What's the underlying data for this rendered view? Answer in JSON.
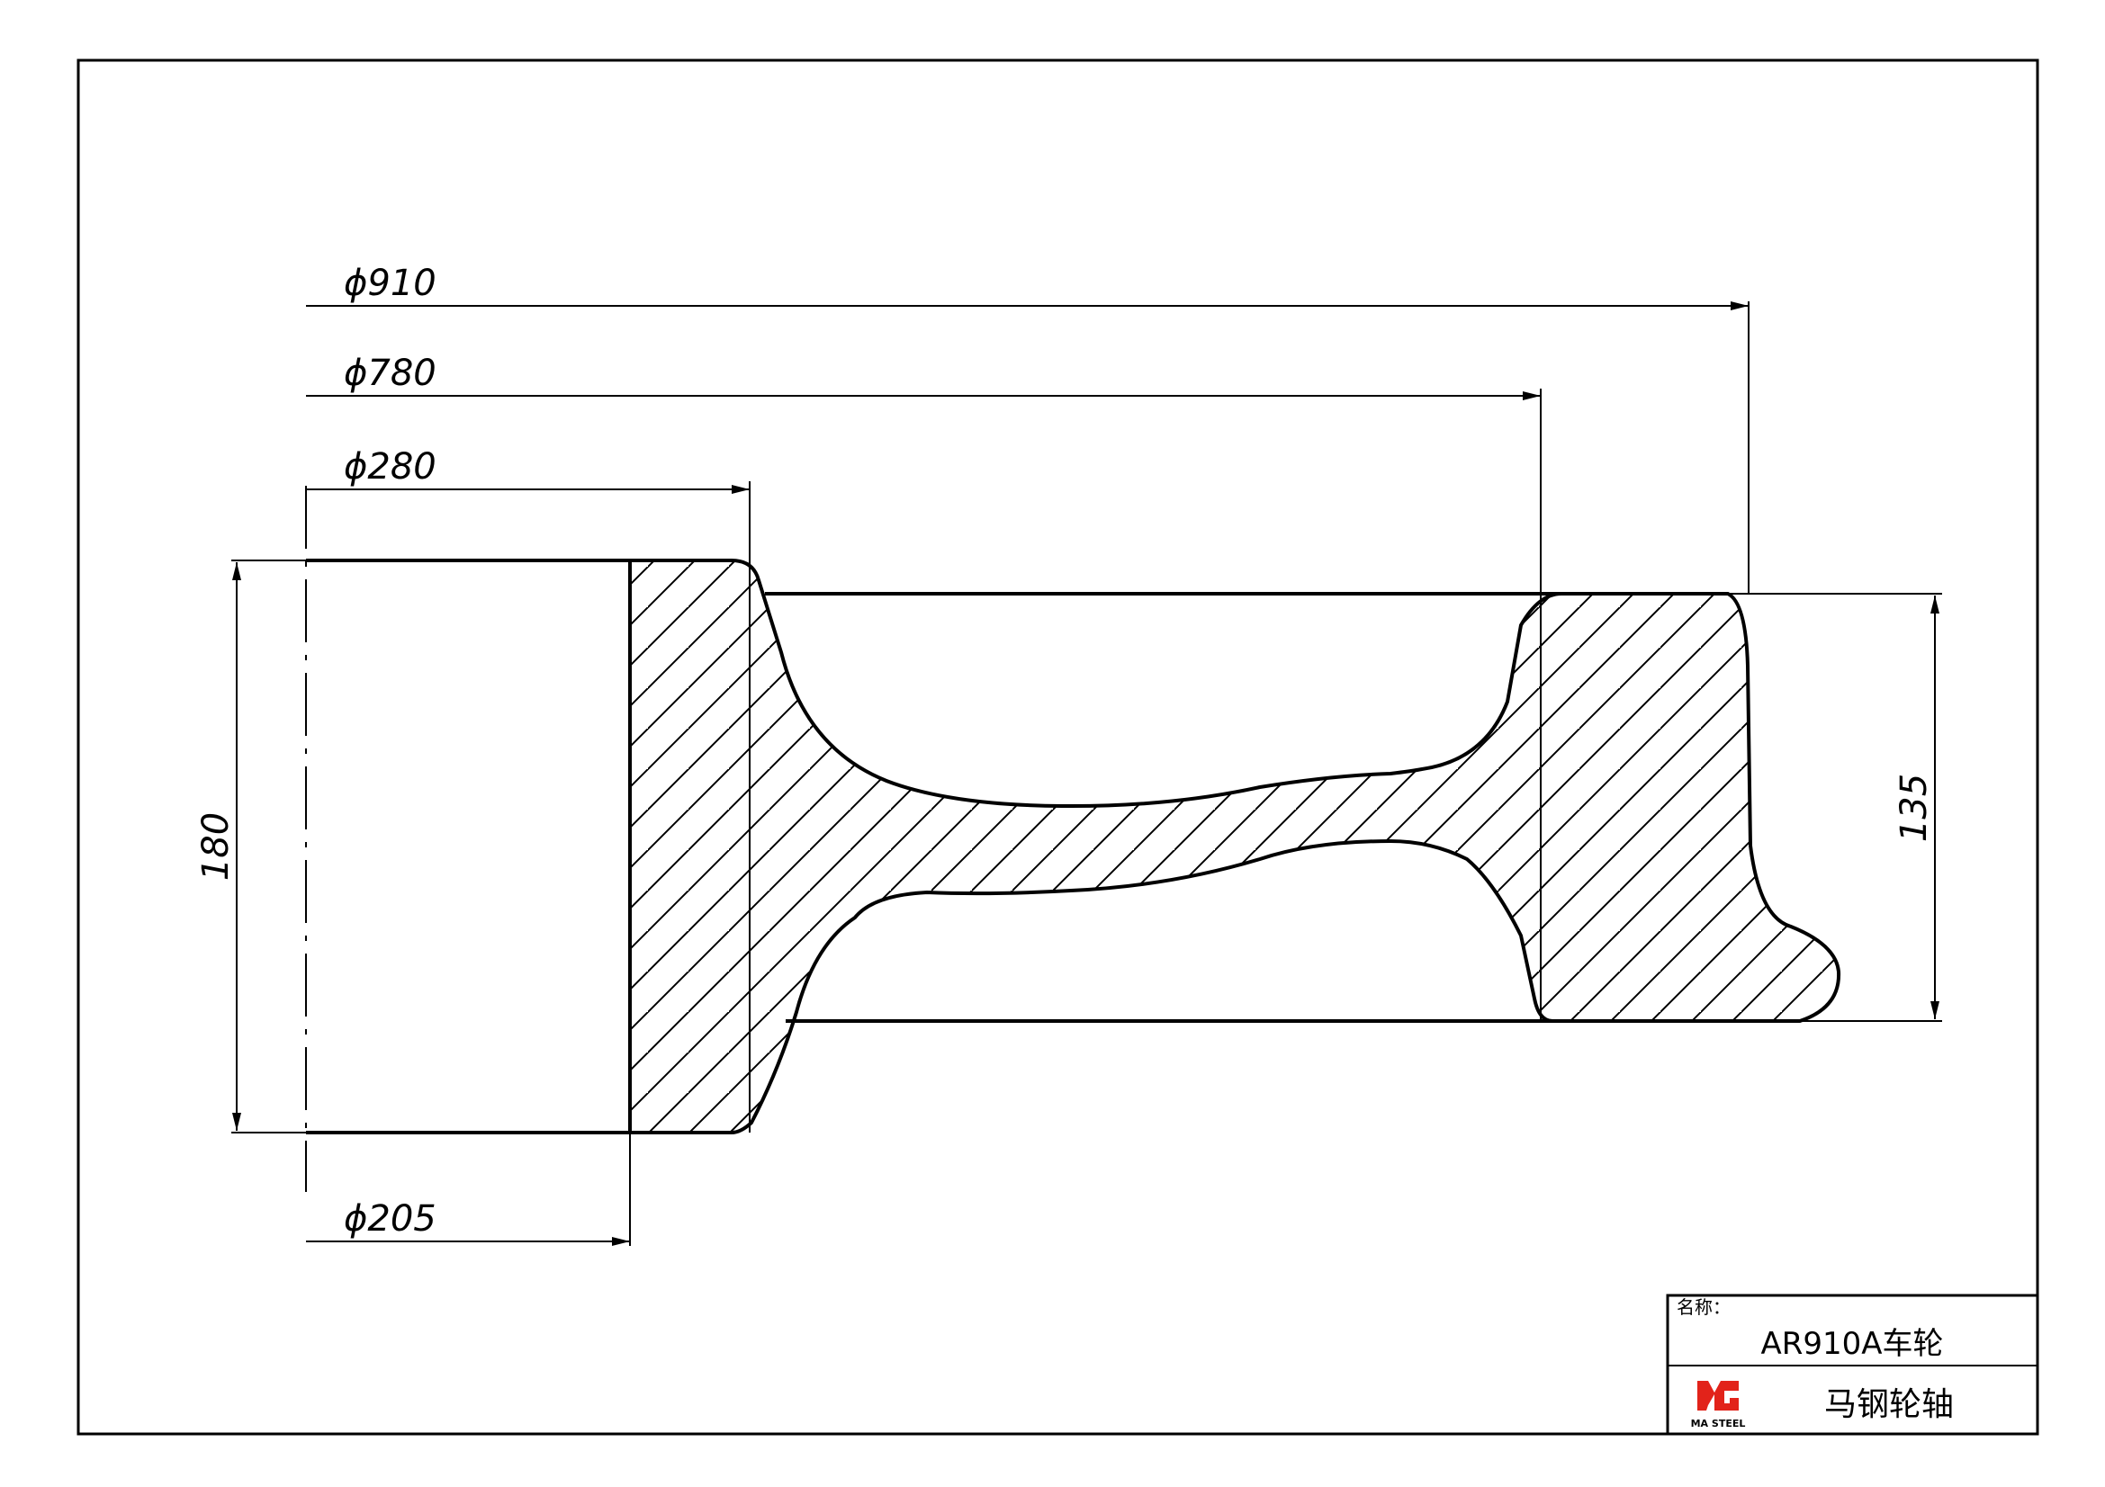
{
  "dimensions": {
    "d910": "ϕ910",
    "d780": "ϕ780",
    "d280": "ϕ280",
    "d205": "ϕ205",
    "hub_width": "180",
    "rim_width": "135"
  },
  "title_block": {
    "name_label": "名称：",
    "part_name": "AR910A车轮",
    "company": "马钢轮轴",
    "logo_text": "MA STEEL"
  },
  "colors": {
    "line": "#000000",
    "logo": "#e2231a",
    "background": "#ffffff"
  }
}
